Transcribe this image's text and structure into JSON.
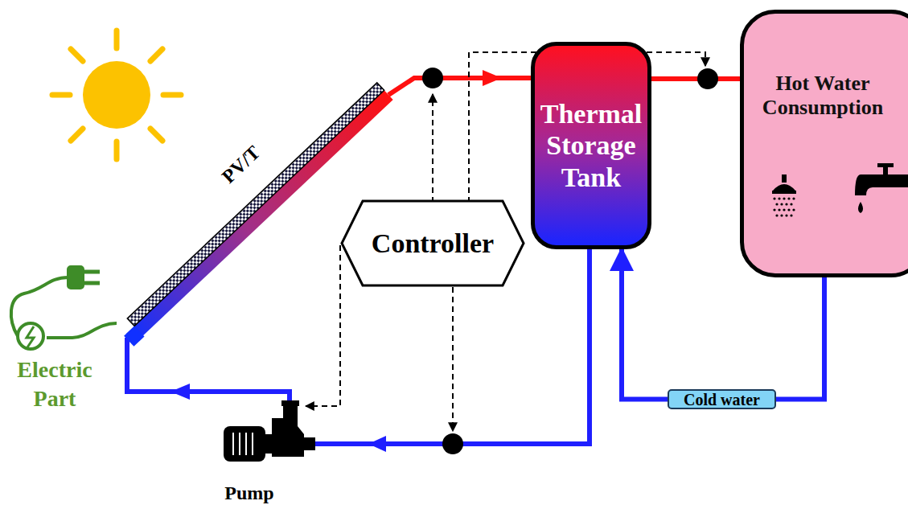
{
  "diagram": {
    "nodes": [
      {
        "text": [
          "Thermal Storage Tank"
        ]
      },
      {
        "text": [
          "Hot Water Consumption"
        ]
      },
      {
        "text": [
          "Controller"
        ]
      },
      {
        "text": [
          "Cold water"
        ]
      }
    ],
    "edges": [
      {
        "from": 0,
        "to": 1,
        "arrow": "none"
      },
      {
        "from": 1,
        "to": 3,
        "arrow": "none"
      },
      {
        "from": 3,
        "to": 0,
        "arrow": "to"
      }
    ],
    "labels": [
      "PV/T",
      "Electric Part",
      "Pump"
    ]
  }
}
